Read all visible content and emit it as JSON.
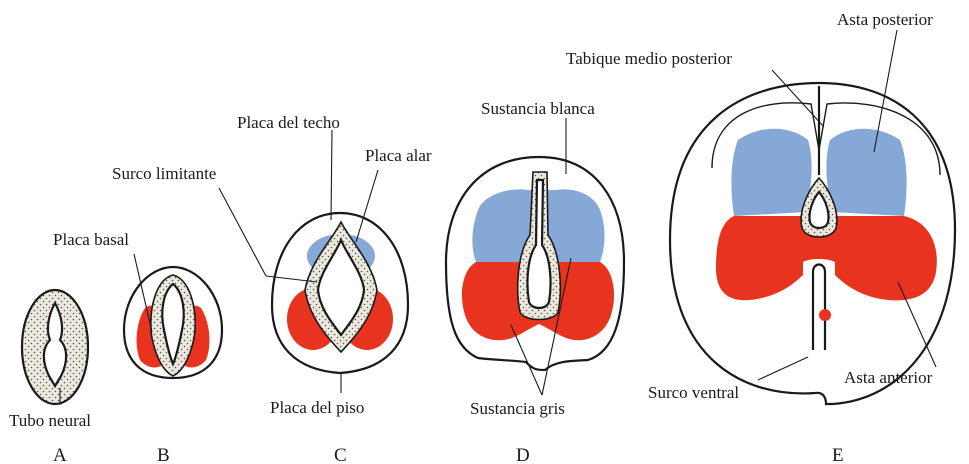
{
  "colors": {
    "red": "#e8331f",
    "blue": "#86a8d6",
    "canal_fill": "#ece8dd",
    "outline": "#1a1a1a"
  },
  "icons": [
    "stipple-pattern",
    "leader-line"
  ],
  "panels": [
    "A",
    "B",
    "C",
    "D",
    "E"
  ],
  "labels": {
    "tubo_neural": "Tubo neural",
    "placa_basal": "Placa basal",
    "surco_limitante": "Surco limitante",
    "placa_del_techo": "Placa del techo",
    "placa_alar": "Placa alar",
    "placa_del_piso": "Placa del piso",
    "sustancia_blanca": "Sustancia blanca",
    "sustancia_gris": "Sustancia gris",
    "tabique_medio_posterior": "Tabique medio posterior",
    "asta_posterior": "Asta posterior",
    "asta_anterior": "Asta anterior",
    "surco_ventral": "Surco ventral"
  }
}
